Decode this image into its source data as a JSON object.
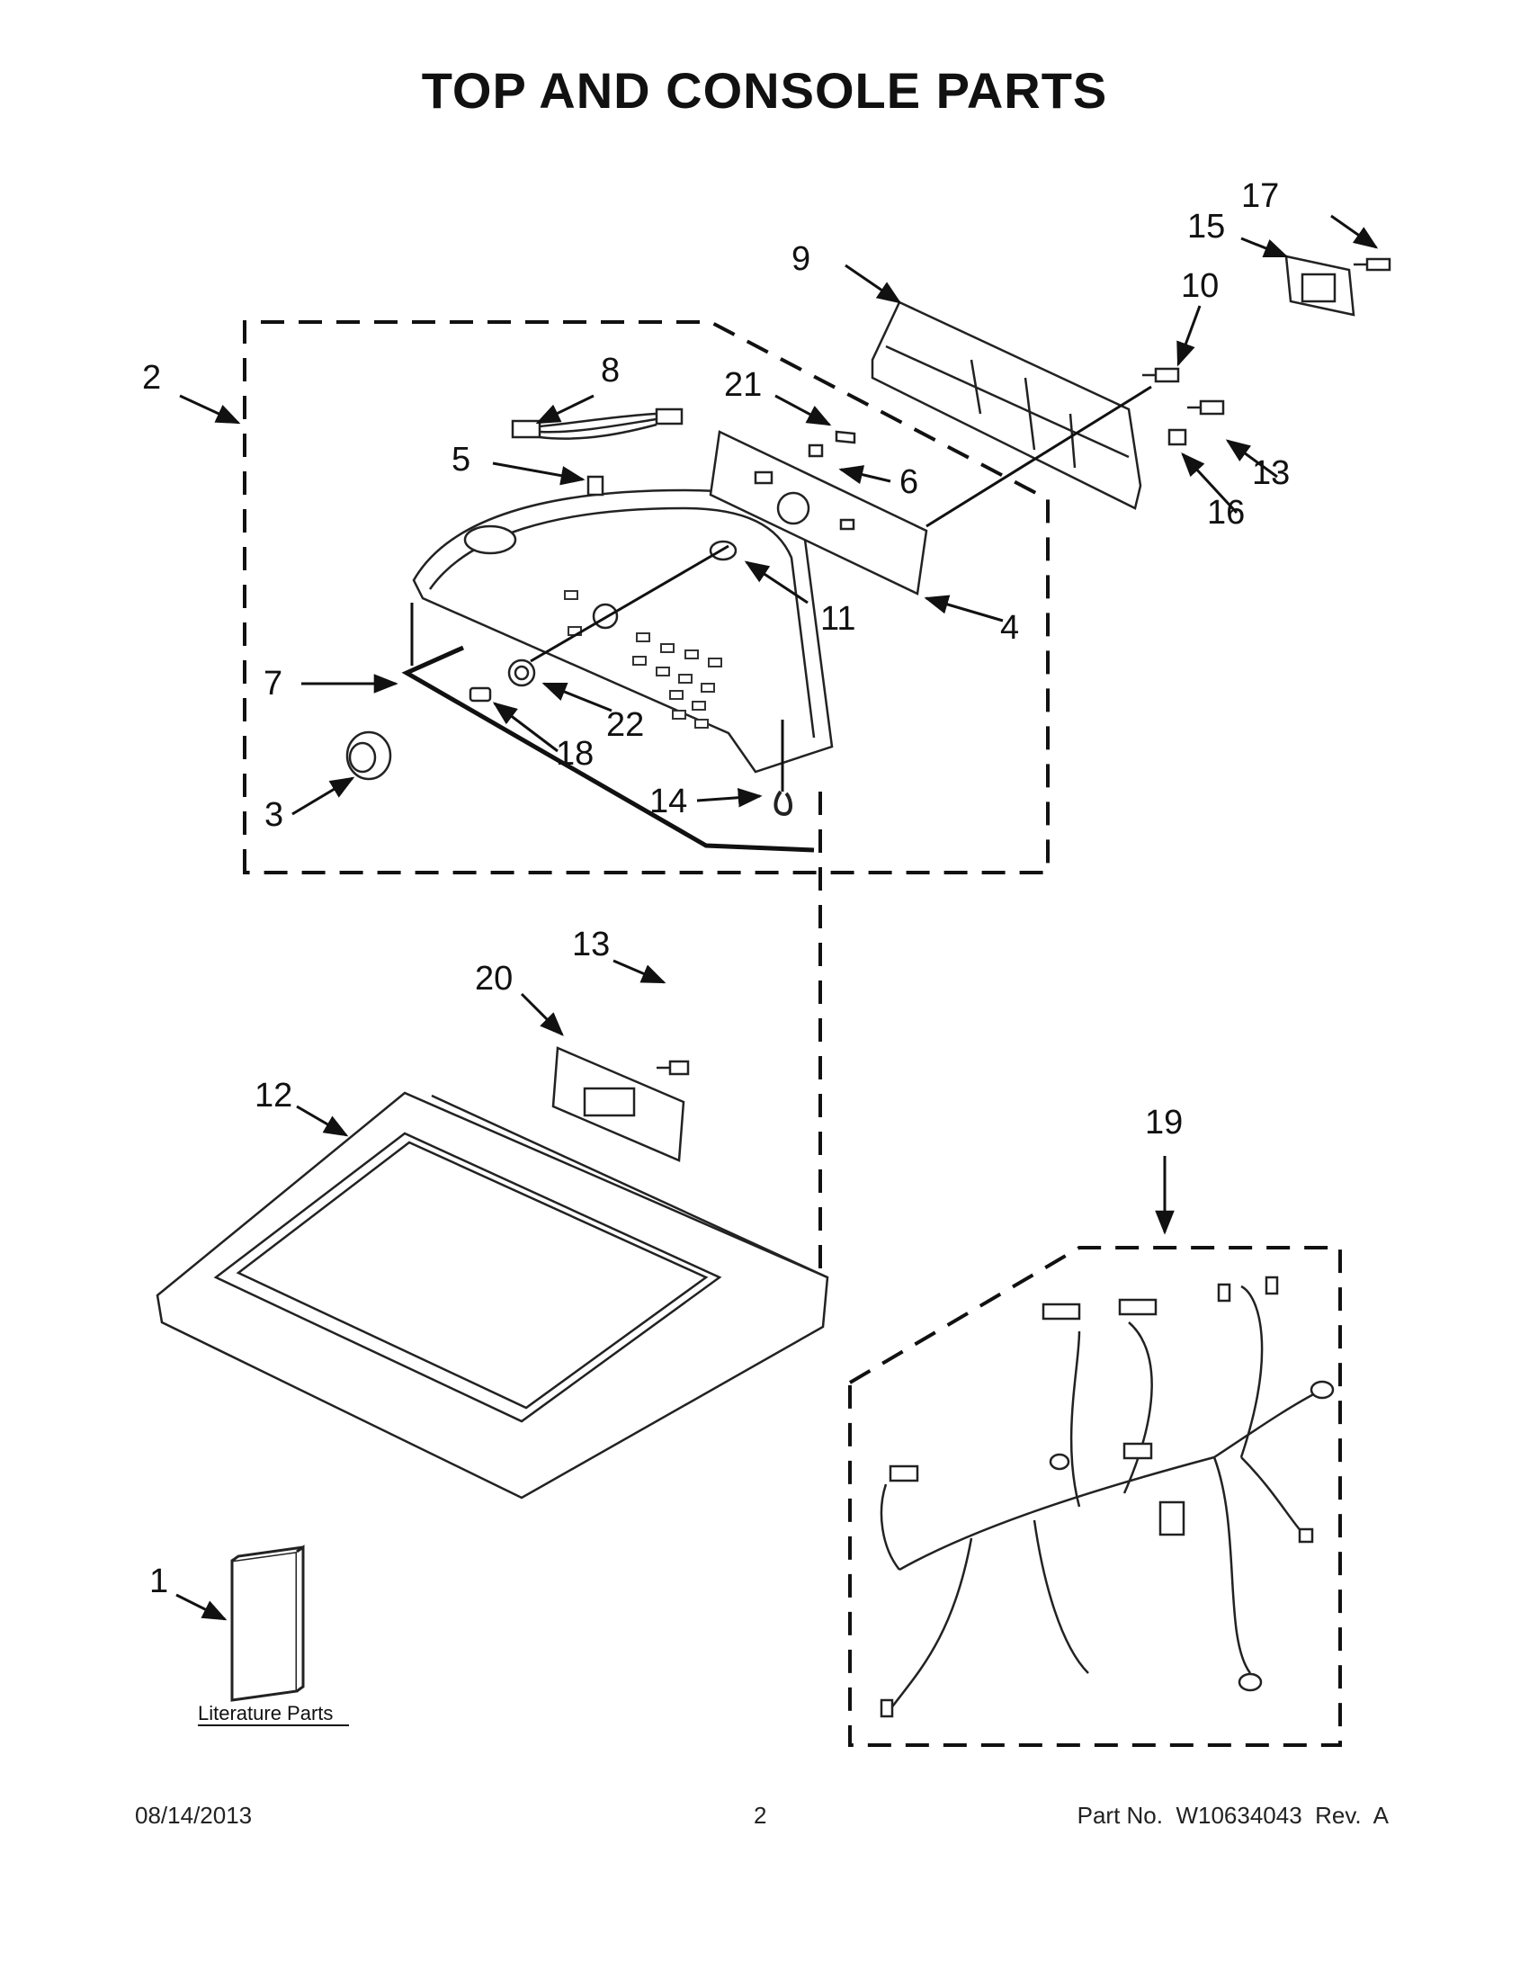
{
  "title": "TOP AND CONSOLE PARTS",
  "literature_label": "Literature Parts",
  "callouts": {
    "c1": "1",
    "c2": "2",
    "c3": "3",
    "c4": "4",
    "c5": "5",
    "c6": "6",
    "c7": "7",
    "c8": "8",
    "c9": "9",
    "c10": "10",
    "c11": "11",
    "c12": "12",
    "c13a": "13",
    "c13b": "13",
    "c14": "14",
    "c15": "15",
    "c16": "16",
    "c17": "17",
    "c18": "18",
    "c19": "19",
    "c20": "20",
    "c21": "21",
    "c22": "22"
  },
  "footer": {
    "date": "08/14/2013",
    "page": "2",
    "part_no": "Part No.  W10634043  Rev.  A"
  }
}
